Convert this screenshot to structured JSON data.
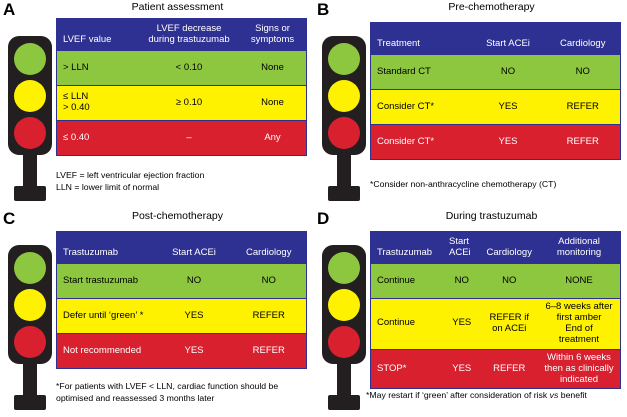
{
  "figure": {
    "colors": {
      "header_blue": "#2e3192",
      "green": "#8dc63f",
      "yellow": "#fef200",
      "red": "#d8202f",
      "black": "#231f20",
      "white": "#ffffff"
    }
  },
  "panels": {
    "A": {
      "letter": "A",
      "title": "Patient assessment",
      "headers": [
        "LVEF value",
        "LVEF decrease during trastuzumab",
        "Signs or symptoms"
      ],
      "rows": [
        {
          "level": "green",
          "cells": [
            "> LLN",
            "< 0.10",
            "None"
          ]
        },
        {
          "level": "yellow",
          "cells": [
            "≤ LLN\n> 0.40",
            "≥ 0.10",
            "None"
          ]
        },
        {
          "level": "red",
          "cells": [
            "≤ 0.40",
            "–",
            "Any"
          ]
        }
      ],
      "footnote": "LVEF = left ventricular ejection fraction\nLLN = lower limit of normal"
    },
    "B": {
      "letter": "B",
      "title": "Pre-chemotherapy",
      "headers": [
        "Treatment",
        "Start ACEi",
        "Cardiology"
      ],
      "rows": [
        {
          "level": "green",
          "cells": [
            "Standard CT",
            "NO",
            "NO"
          ]
        },
        {
          "level": "yellow",
          "cells": [
            "Consider CT*",
            "YES",
            "REFER"
          ]
        },
        {
          "level": "red",
          "cells": [
            "Consider CT*",
            "YES",
            "REFER"
          ]
        }
      ],
      "footnote": "*Consider non-anthracycline chemotherapy (CT)"
    },
    "C": {
      "letter": "C",
      "title": "Post-chemotherapy",
      "headers": [
        "Trastuzumab",
        "Start ACEi",
        "Cardiology"
      ],
      "rows": [
        {
          "level": "green",
          "cells": [
            "Start trastuzumab",
            "NO",
            "NO"
          ]
        },
        {
          "level": "yellow",
          "cells": [
            "Defer until ‘green’ *",
            "YES",
            "REFER"
          ]
        },
        {
          "level": "red",
          "cells": [
            "Not recommended",
            "YES",
            "REFER"
          ]
        }
      ],
      "footnote": "*For patients with LVEF < LLN,  cardiac function should be optimised and reassessed 3 months later"
    },
    "D": {
      "letter": "D",
      "title": "During trastuzumab",
      "headers": [
        "Trastuzumab",
        "Start ACEi",
        "Cardiology",
        "Additional monitoring"
      ],
      "rows": [
        {
          "level": "green",
          "cells": [
            "Continue",
            "NO",
            "NO",
            "NONE"
          ]
        },
        {
          "level": "yellow",
          "cells": [
            "Continue",
            "YES",
            "REFER if on ACEi",
            "6–8 weeks after first amber\nEnd of treatment"
          ]
        },
        {
          "level": "red",
          "cells": [
            "STOP*",
            "YES",
            "REFER",
            "Within 6 weeks then as clinically indicated"
          ]
        }
      ],
      "footnote_pre": "*May restart if ‘green’ after consideration of risk ",
      "footnote_italic": "vs",
      "footnote_post": " benefit"
    }
  }
}
